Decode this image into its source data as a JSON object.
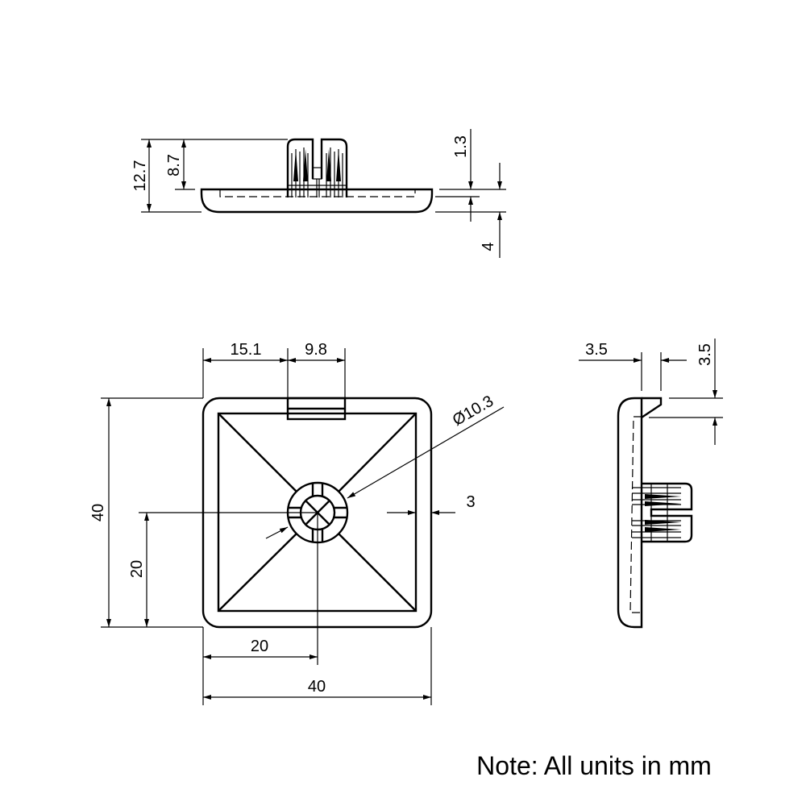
{
  "views": {
    "top_view": {
      "dimensions": {
        "total_height": "12.7",
        "stem_height": "8.7",
        "recess_depth": "1.3",
        "plate_thickness": "4"
      }
    },
    "front_view": {
      "dimensions": {
        "tab_offset": "15.1",
        "tab_width": "9.8",
        "hole_diameter": "Ø10.3",
        "wall_thickness": "3",
        "height": "40",
        "center_height": "20",
        "center_width": "20",
        "width": "40"
      }
    },
    "side_view": {
      "dimensions": {
        "lip_width": "3.5",
        "lip_height": "3.5"
      }
    }
  },
  "note": "Note: All units in mm",
  "colors": {
    "line": "#000000",
    "background": "#ffffff"
  }
}
